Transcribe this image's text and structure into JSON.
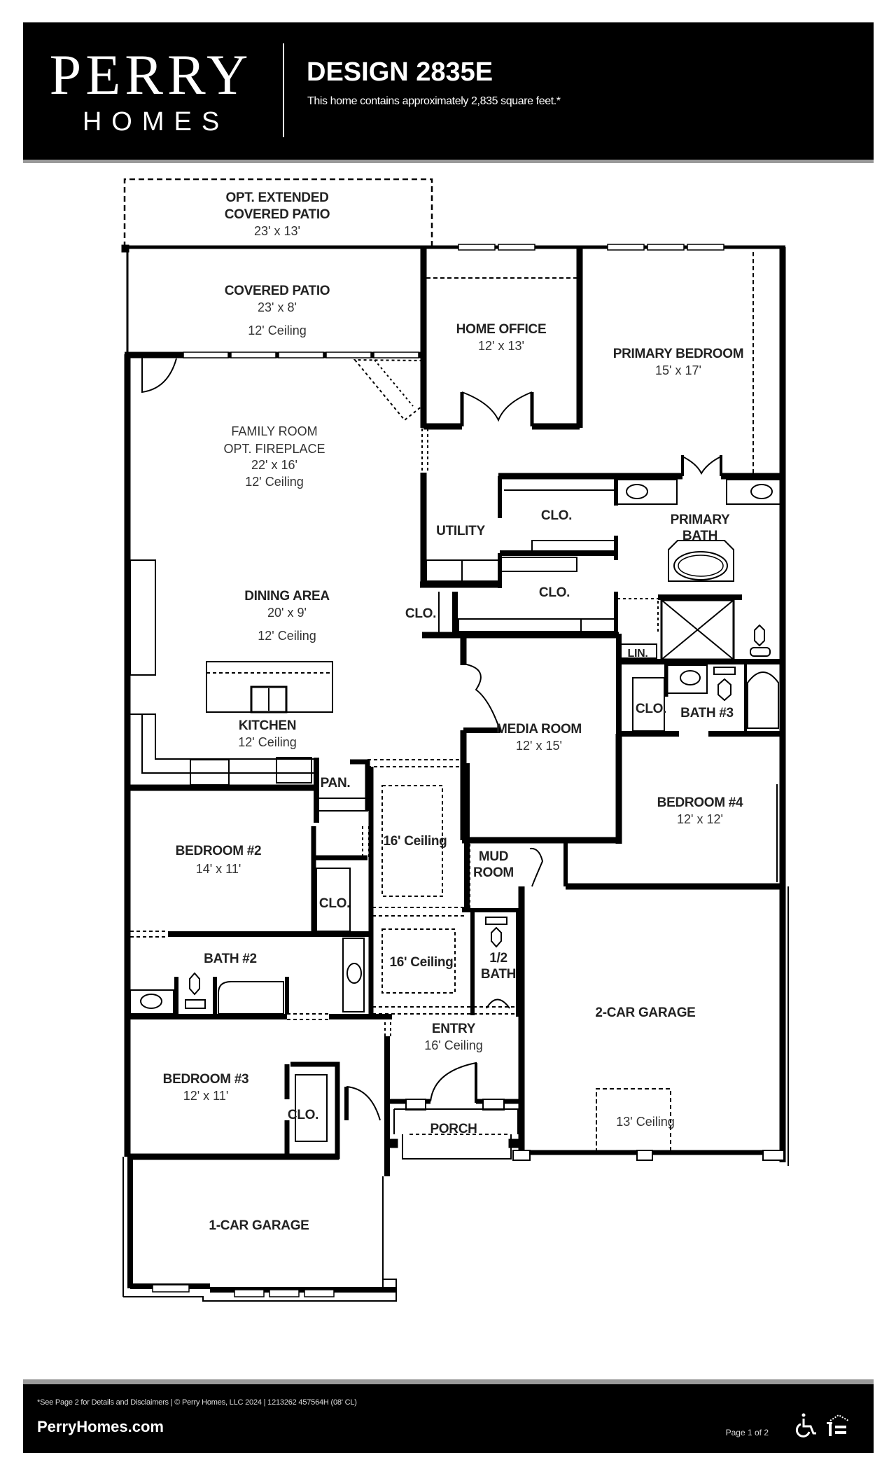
{
  "header": {
    "brand_line1": "PERRY",
    "brand_line2": "HOMES",
    "design_title": "DESIGN 2835E",
    "subtitle": "This home contains approximately  2,835 square feet.*"
  },
  "rooms": {
    "opt_patio": {
      "label1": "OPT. EXTENDED",
      "label2": "COVERED PATIO",
      "dims": "23' x 13'"
    },
    "covered_patio": {
      "label": "COVERED PATIO",
      "dims": "23' x 8'",
      "ceiling": "12' Ceiling"
    },
    "home_office": {
      "label": "HOME OFFICE",
      "dims": "12' x 13'"
    },
    "primary_bedroom": {
      "label": "PRIMARY BEDROOM",
      "dims": "15' x 17'"
    },
    "family_room": {
      "label1": "FAMILY ROOM",
      "label2": "OPT. FIREPLACE",
      "dims": "22' x 16'",
      "ceiling": "12' Ceiling"
    },
    "utility": {
      "label": "UTILITY"
    },
    "closet_primary_top": {
      "label": "CLO."
    },
    "closet_primary_bottom": {
      "label": "CLO."
    },
    "closet_hall": {
      "label": "CLO."
    },
    "primary_bath": {
      "label1": "PRIMARY",
      "label2": "BATH"
    },
    "linen": {
      "label": "LIN."
    },
    "dining_area": {
      "label": "DINING AREA",
      "dims": "20' x 9'",
      "ceiling": "12' Ceiling"
    },
    "kitchen": {
      "label": "KITCHEN",
      "ceiling": "12' Ceiling"
    },
    "pantry": {
      "label": "PAN."
    },
    "media_room": {
      "label": "MEDIA ROOM",
      "dims": "12' x 15'"
    },
    "closet_bath3": {
      "label": "CLO."
    },
    "bath_3": {
      "label": "BATH #3"
    },
    "bedroom_4": {
      "label": "BEDROOM #4",
      "dims": "12' x 12'"
    },
    "bedroom_2": {
      "label": "BEDROOM #2",
      "dims": "14' x 11'"
    },
    "closet_bed2": {
      "label": "CLO."
    },
    "hall_ceiling_1": {
      "ceiling": "16' Ceiling"
    },
    "hall_ceiling_2": {
      "ceiling": "16' Ceiling"
    },
    "mud_room": {
      "label1": "MUD",
      "label2": "ROOM"
    },
    "half_bath": {
      "label1": "1/2",
      "label2": "BATH"
    },
    "bath_2": {
      "label": "BATH #2"
    },
    "entry": {
      "label": "ENTRY",
      "ceiling": "16' Ceiling"
    },
    "porch": {
      "label": "PORCH"
    },
    "bedroom_3": {
      "label": "BEDROOM #3",
      "dims": "12' x 11'"
    },
    "closet_bed3": {
      "label": "CLO."
    },
    "two_car_garage": {
      "label": "2-CAR GARAGE",
      "ceiling": "13' Ceiling"
    },
    "one_car_garage": {
      "label": "1-CAR GARAGE"
    }
  },
  "footer": {
    "disclaimer": "*See Page 2 for Details and Disclaimers  |  © Perry Homes, LLC 2024  |  1213262 457564H (08' CL)",
    "website": "PerryHomes.com",
    "page": "Page 1 of 2",
    "icons": [
      "accessibility-icon",
      "equal-housing-opportunity-icon"
    ]
  }
}
